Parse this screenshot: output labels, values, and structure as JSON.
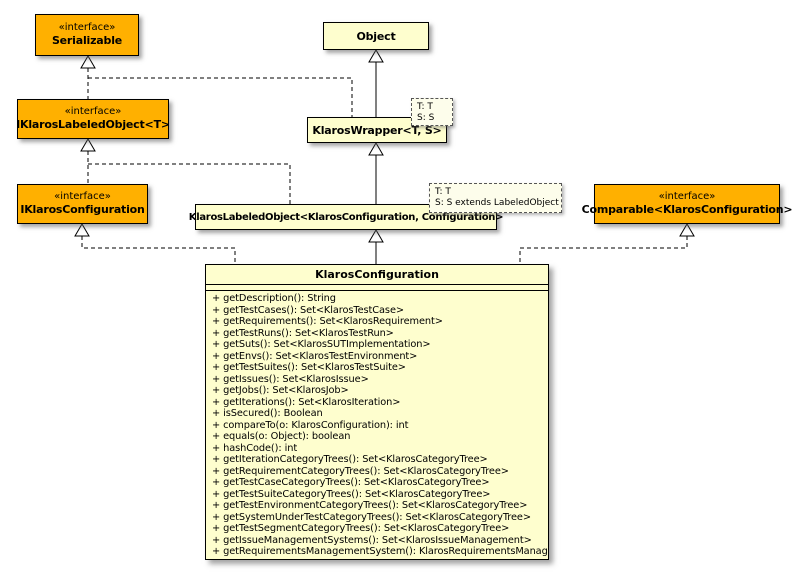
{
  "diagram": {
    "background": "#FFFFFF",
    "colors": {
      "interface_fill": "#FFB000",
      "class_fill": "#FEFECE",
      "note_fill": "#FDFDEB",
      "border": "#000000",
      "line": "#000000"
    },
    "interfaces": [
      {
        "stereotype": "«interface»",
        "name": "Serializable"
      },
      {
        "stereotype": "«interface»",
        "name": "IKlarosLabeledObject<T>"
      },
      {
        "stereotype": "«interface»",
        "name": "IKlarosConfiguration"
      },
      {
        "stereotype": "«interface»",
        "name": "Comparable<KlarosConfiguration>"
      }
    ],
    "classes": [
      {
        "name": "Object"
      },
      {
        "name": "KlarosWrapper<T, S>"
      },
      {
        "name": "KlarosLabeledObject<KlarosConfiguration, Configuration>"
      }
    ],
    "notes": [
      {
        "lines": [
          "T: T",
          "S: S"
        ]
      },
      {
        "lines": [
          "T: T",
          "S: S extends LabeledObject"
        ]
      }
    ],
    "main_class": {
      "name": "KlarosConfiguration",
      "methods": [
        "+ getDescription(): String",
        "+ getTestCases(): Set<KlarosTestCase>",
        "+ getRequirements(): Set<KlarosRequirement>",
        "+ getTestRuns(): Set<KlarosTestRun>",
        "+ getSuts(): Set<KlarosSUTImplementation>",
        "+ getEnvs(): Set<KlarosTestEnvironment>",
        "+ getTestSuites(): Set<KlarosTestSuite>",
        "+ getIssues(): Set<KlarosIssue>",
        "+ getJobs(): Set<KlarosJob>",
        "+ getIterations(): Set<KlarosIteration>",
        "+ isSecured(): Boolean",
        "+ compareTo(o: KlarosConfiguration): int",
        "+ equals(o: Object): boolean",
        "+ hashCode(): int",
        "+ getIterationCategoryTrees(): Set<KlarosCategoryTree>",
        "+ getRequirementCategoryTrees(): Set<KlarosCategoryTree>",
        "+ getTestCaseCategoryTrees(): Set<KlarosCategoryTree>",
        "+ getTestSuiteCategoryTrees(): Set<KlarosCategoryTree>",
        "+ getTestEnvironmentCategoryTrees(): Set<KlarosCategoryTree>",
        "+ getSystemUnderTestCategoryTrees(): Set<KlarosCategoryTree>",
        "+ getTestSegmentCategoryTrees(): Set<KlarosCategoryTree>",
        "+ getIssueManagementSystems(): Set<KlarosIssueManagement>",
        "+ getRequirementsManagementSystem(): KlarosRequirementsManagement"
      ]
    }
  }
}
